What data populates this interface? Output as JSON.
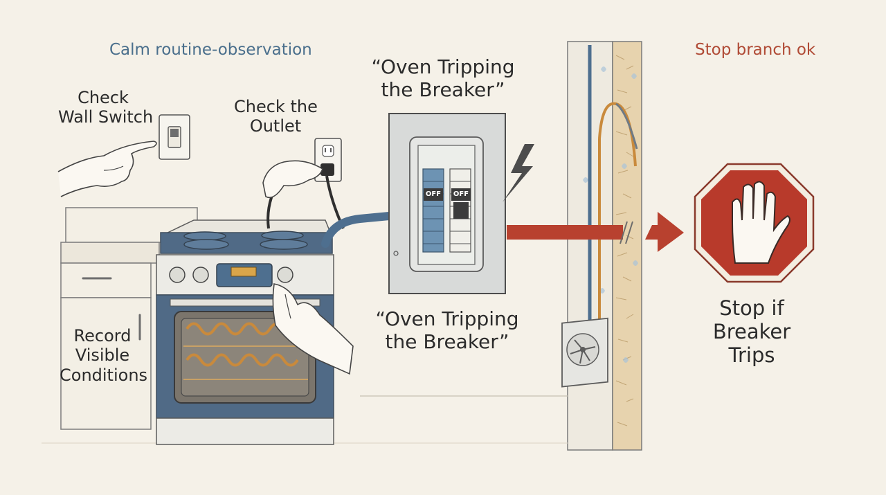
{
  "colors": {
    "background": "#f5f1e8",
    "calm_header": "#4a6f8c",
    "stop_header": "#b04a35",
    "arrow": "#b8412f",
    "stop_sign": "#b83a2b",
    "breaker_blue": "#6d93b3",
    "oven_heat": "#c98a3c"
  },
  "headers": {
    "calm": "Calm routine-observation",
    "stop": "Stop branch ok"
  },
  "labels": {
    "check_wall_switch": [
      "Check",
      "Wall Switch"
    ],
    "check_outlet": [
      "Check the",
      "Outlet"
    ],
    "record_conditions": [
      "Record",
      "Visible",
      "Conditions"
    ],
    "panel_title_top": [
      "“Oven Tripping",
      "the Breaker”"
    ],
    "panel_title_bottom": [
      "“Oven Tripping",
      "the Breaker”"
    ],
    "stop_if_trips": [
      "Stop if",
      "Breaker",
      "Trips"
    ]
  },
  "breaker_labels": [
    "OFF",
    "OFF"
  ],
  "icons": [
    "hand-pointing-icon",
    "wall-switch-icon",
    "outlet-icon",
    "plug-icon",
    "oven-icon",
    "breaker-panel-icon",
    "lightning-icon",
    "arrow-right-icon",
    "stop-hand-icon",
    "vent-fan-icon"
  ]
}
